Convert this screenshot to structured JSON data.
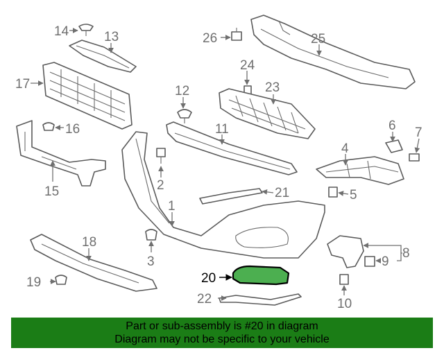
{
  "diagram": {
    "callouts": {
      "p1": "1",
      "p2": "2",
      "p3": "3",
      "p4": "4",
      "p5": "5",
      "p6": "6",
      "p7": "7",
      "p8": "8",
      "p9": "9",
      "p10": "10",
      "p11": "11",
      "p12": "12",
      "p13": "13",
      "p14": "14",
      "p15": "15",
      "p16": "16",
      "p17": "17",
      "p18": "18",
      "p19": "19",
      "p20": "20",
      "p21": "21",
      "p22": "22",
      "p23": "23",
      "p24": "24",
      "p25": "25",
      "p26": "26"
    },
    "highlighted_part": "20",
    "highlight_color": "#4caf50"
  },
  "footer": {
    "line1": "Part or sub-assembly is #20 in diagram",
    "line2": "Diagram may not be specific to your vehicle",
    "background": "#1b7d16"
  }
}
